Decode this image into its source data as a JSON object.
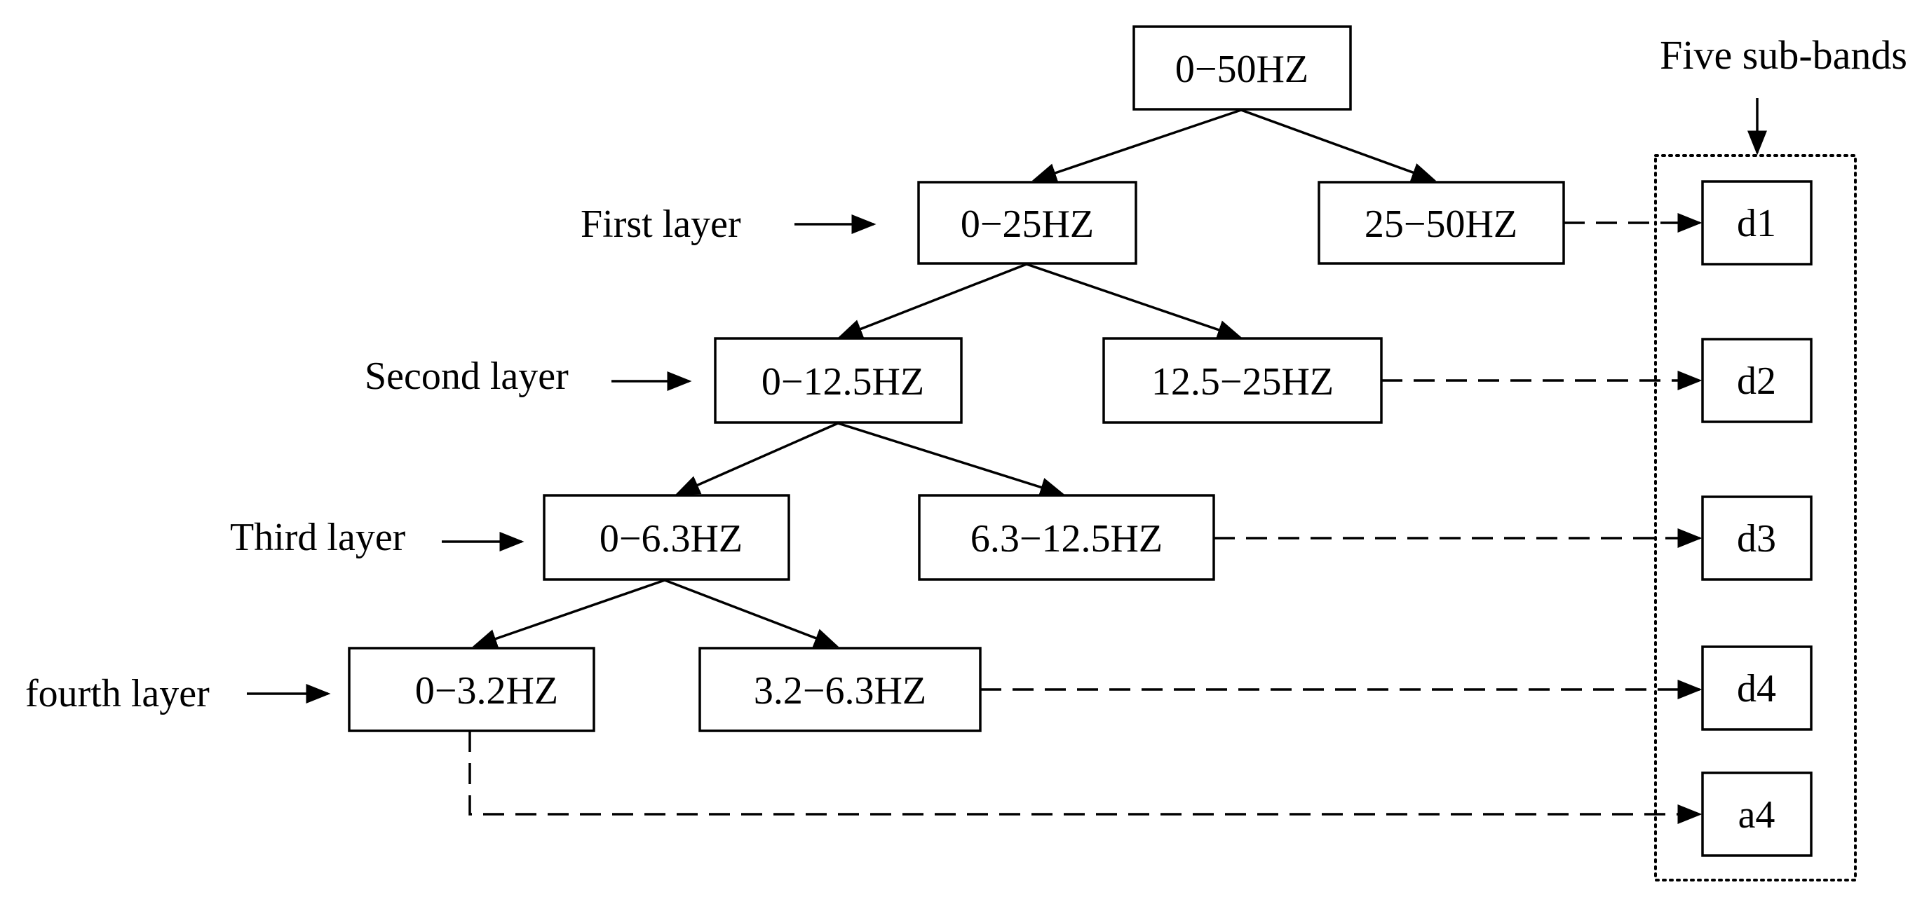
{
  "diagram": {
    "root": "0−50HZ",
    "first_layer": {
      "label": "First layer",
      "low": "0−25HZ",
      "high": "25−50HZ"
    },
    "second_layer": {
      "label": "Second layer",
      "low": "0−12.5HZ",
      "high": "12.5−25HZ"
    },
    "third_layer": {
      "label": "Third layer",
      "low": "0−6.3HZ",
      "high": "6.3−12.5HZ"
    },
    "fourth_layer": {
      "label": "fourth layer",
      "low": "0−3.2HZ",
      "high": "3.2−6.3HZ"
    },
    "sub_bands": {
      "title": "Five sub-bands",
      "d1": "d1",
      "d2": "d2",
      "d3": "d3",
      "d4": "d4",
      "a4": "a4"
    }
  },
  "colors": {
    "stroke": "#000000",
    "background": "#ffffff"
  }
}
